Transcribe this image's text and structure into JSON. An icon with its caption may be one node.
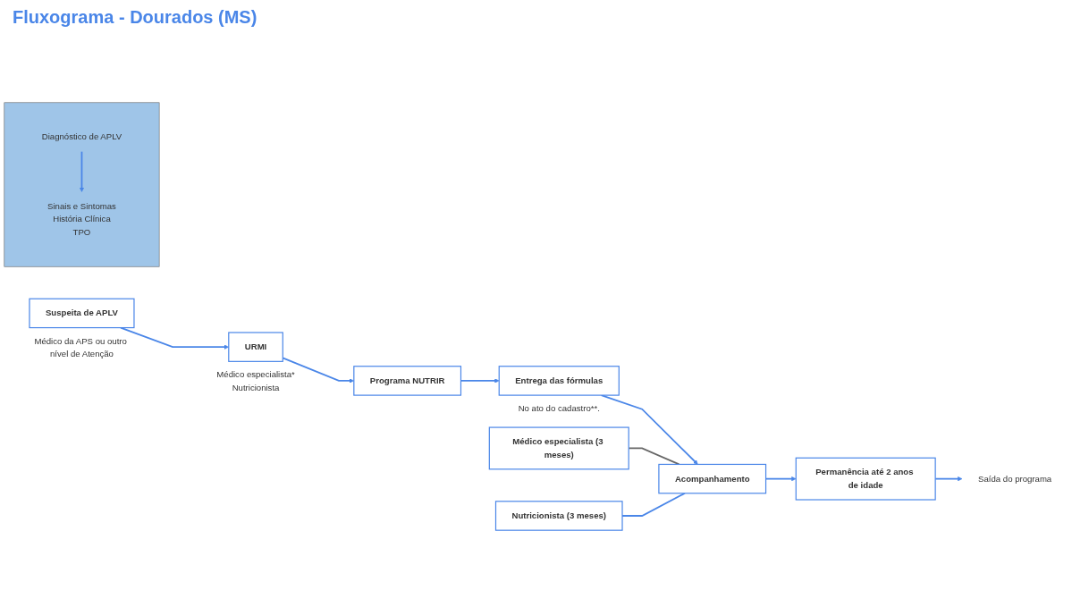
{
  "diagram": {
    "title": "Fluxograma - Dourados (MS)",
    "nodes": [
      {
        "text": [
          "Suspeita de APLV"
        ],
        "beside": [
          "Médico da APS ou outro nível de Atenção"
        ]
      },
      {
        "text": [
          "URMI"
        ],
        "beside": [
          "Médico especialista*",
          "Nutricionista"
        ]
      },
      {
        "text": [
          "Programa NUTRIR"
        ]
      },
      {
        "text": [
          "Entrega das fórmulas"
        ],
        "beside": [
          "No ato do cadastro**."
        ]
      },
      {
        "text": [
          "Médico especialista (3 meses)"
        ]
      },
      {
        "text": [
          "Nutricionista (3 meses)"
        ]
      },
      {
        "text": [
          "Acompanhamento"
        ]
      },
      {
        "text": [
          "Permanência até 2 anos de idade"
        ]
      },
      {
        "text": [
          "Saída do programa"
        ]
      },
      {
        "text": [],
        "shape": "box"
      },
      {
        "text": [
          "Diagnóstico de APLV"
        ],
        "in": 9
      },
      {
        "text": [
          "Sinais e Sintomas",
          "História Clínica",
          "TPO"
        ],
        "in": 9
      }
    ],
    "edges": [
      {
        "from": 0,
        "to": 1,
        "arrow": "to"
      },
      {
        "from": 1,
        "to": 2,
        "arrow": "to"
      },
      {
        "from": 2,
        "to": 3,
        "arrow": "to"
      },
      {
        "from": 3,
        "to": 6,
        "arrow": "to"
      },
      {
        "from": 4,
        "to": 6,
        "arrow": "none",
        "color": "#666666"
      },
      {
        "from": 5,
        "to": 6,
        "arrow": "none"
      },
      {
        "from": 6,
        "to": 7,
        "arrow": "to"
      },
      {
        "from": 7,
        "to": 8,
        "arrow": "to"
      },
      {
        "from": 10,
        "to": 11,
        "arrow": "to"
      }
    ]
  }
}
